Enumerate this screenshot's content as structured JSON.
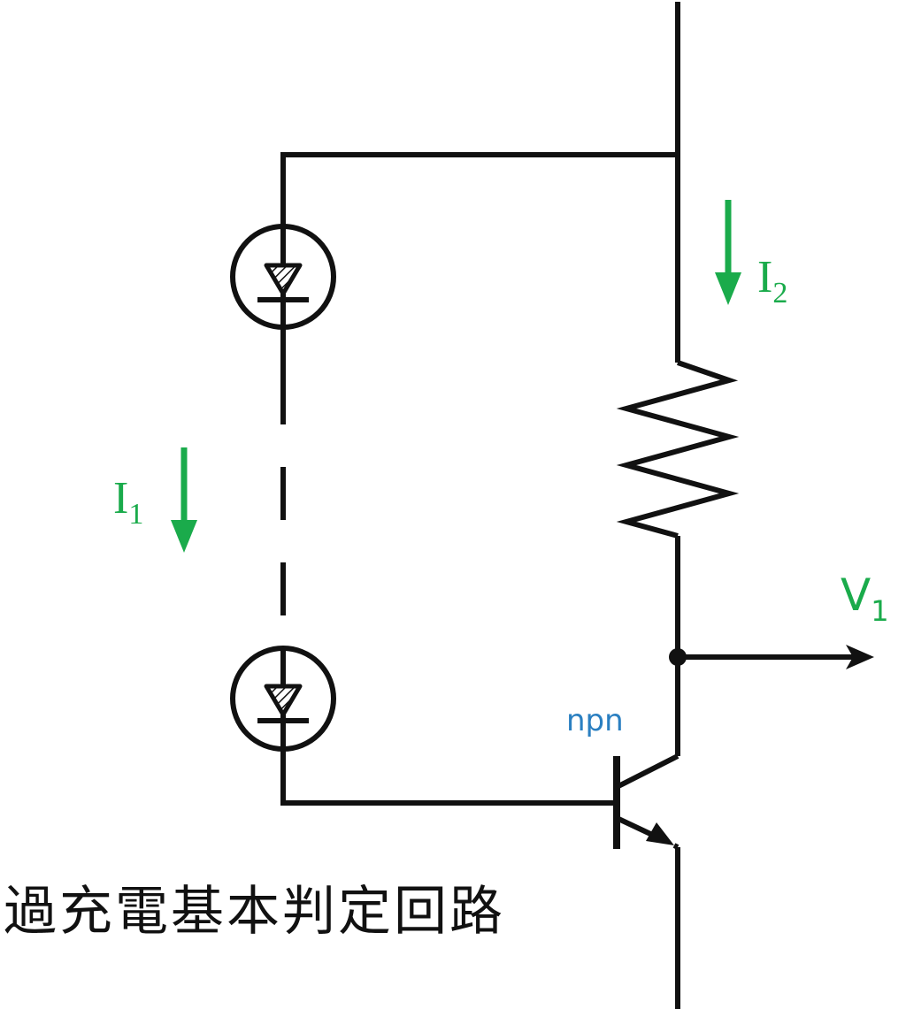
{
  "colors": {
    "wire": "#111111",
    "current_arrow": "#1aab4b",
    "transistor_label": "#2a7fc1"
  },
  "labels": {
    "current_1": {
      "base": "I",
      "sub": "1"
    },
    "current_2": {
      "base": "I",
      "sub": "2"
    },
    "output_voltage": {
      "base": "V",
      "sub": "1"
    },
    "transistor_type": "npn",
    "caption": "過充電基本判定回路"
  },
  "components": [
    {
      "type": "zener-diode",
      "position": "upper-left-branch"
    },
    {
      "type": "zener-diode",
      "position": "lower-left-branch"
    },
    {
      "type": "resistor",
      "position": "right-branch"
    },
    {
      "type": "npn-transistor",
      "position": "bottom-right"
    }
  ]
}
